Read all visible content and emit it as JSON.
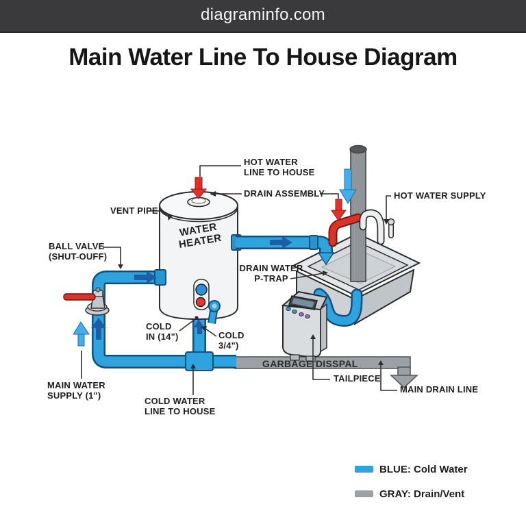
{
  "header": {
    "site_name": "diagraminfo.com"
  },
  "page": {
    "title": "Main Water Line To House Diagram"
  },
  "diagram": {
    "component_labels": {
      "hot_water_line": "HOT WATER\nLINE TO HOUSE",
      "drain_assembly": "DRAIN ASSEMBLY",
      "hot_water_supply": "HOT WATER SUPPLY",
      "vent_pipe": "VENT PIPE",
      "water_heater": "WATER HEATER",
      "ball_valve": "BALL VALVE\n(SHUT-OUFF)",
      "drain_water_p_trap": "DRAIN WATER\nP-TRAP",
      "cold_in": "COLD\nIN (14\")",
      "cold_three_quarter": "COLD\n3/4\")",
      "garbage_disposal": "GARBAGE DISSPAL",
      "tailpiece": "TAILPIECE",
      "main_drain_line": "MAIN DRAIN LINE",
      "main_water_supply": "MAIN WATER\nSUPPLY (1\")",
      "cold_water_line": "COLD WATER\nLINE TO HOUSE"
    },
    "legend": {
      "items": [
        {
          "name": "cold-water",
          "swatch_color": "#2ea3de",
          "label": "BLUE: Cold Water"
        },
        {
          "name": "drain-vent",
          "swatch_color": "#9ba1a5",
          "label": "GRAY: Drain/Vent"
        }
      ]
    },
    "colors": {
      "header_bar": "#3a3a3c",
      "cold_water_pipe": "#2ea3de",
      "drain_vent_pipe": "#9ba1a5",
      "hot_arrow_red": "#e23128",
      "flow_arrow_dark_blue": "#1b5fa8",
      "supply_arrow_light_blue": "#45aee9"
    }
  }
}
